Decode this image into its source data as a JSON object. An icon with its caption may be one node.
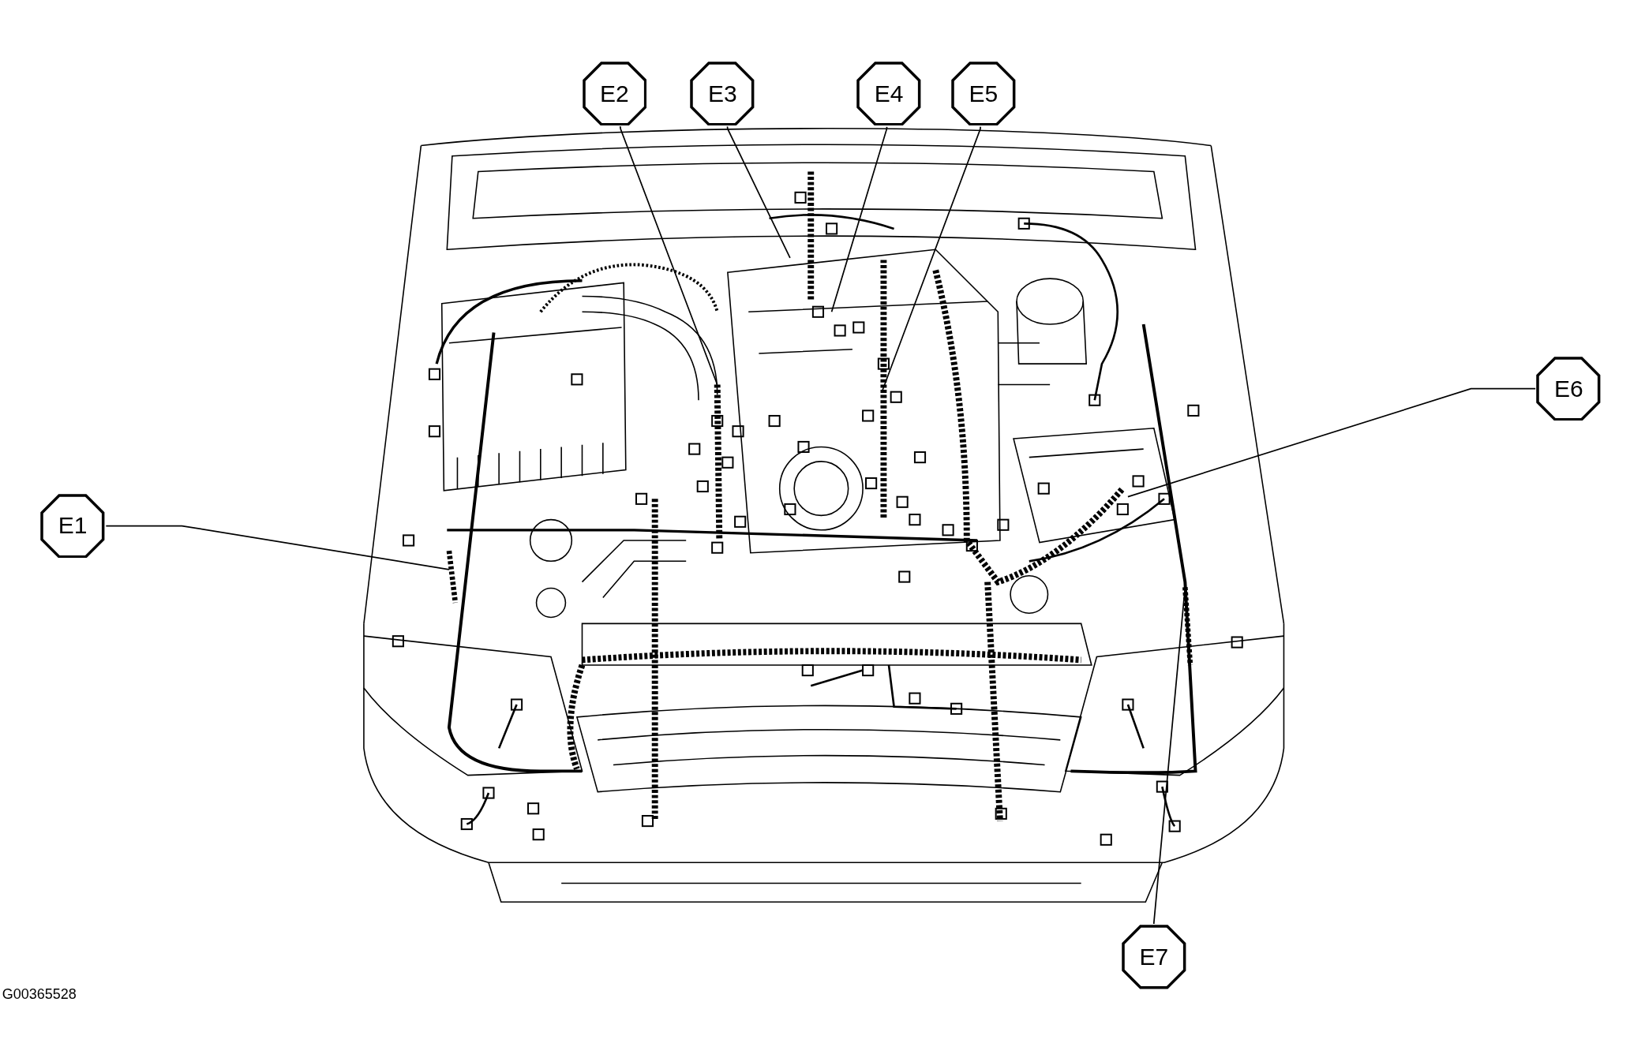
{
  "diagram": {
    "nodes": [
      {
        "text": [
          "E1"
        ]
      },
      {
        "text": [
          "E2"
        ]
      },
      {
        "text": [
          "E3"
        ]
      },
      {
        "text": [
          "E4"
        ]
      },
      {
        "text": [
          "E5"
        ]
      },
      {
        "text": [
          "E6"
        ]
      },
      {
        "text": [
          "E7"
        ]
      }
    ],
    "edges": [
      {
        "from": 0,
        "to": null,
        "arrow": "none"
      },
      {
        "from": 1,
        "to": null,
        "arrow": "none"
      },
      {
        "from": 2,
        "to": null,
        "arrow": "none"
      },
      {
        "from": 3,
        "to": null,
        "arrow": "none"
      },
      {
        "from": 4,
        "to": null,
        "arrow": "none"
      },
      {
        "from": 5,
        "to": null,
        "arrow": "none"
      },
      {
        "from": 6,
        "to": null,
        "arrow": "none"
      }
    ],
    "labels": [
      "G00365528"
    ]
  }
}
